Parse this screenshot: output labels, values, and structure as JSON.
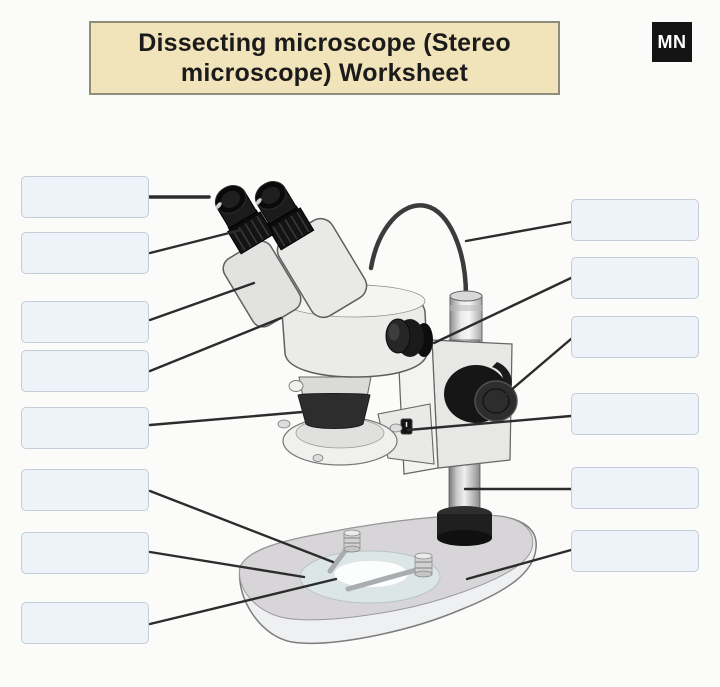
{
  "page": {
    "background": "#fbfbf9"
  },
  "header": {
    "title_line1": "Dissecting microscope (Stereo",
    "title_line2": "microscope) Worksheet",
    "banner_bg": "#f1e3ba",
    "banner_border_color": "#8f8c7c",
    "logo_text": "MN",
    "logo_bg": "#141414",
    "logo_text_color": "#ffffff"
  },
  "diagram": {
    "type": "labeled-diagram",
    "subject": "stereo dissecting microscope illustration with blank label boxes",
    "answer_box_fill": "#eef2f9",
    "answer_box_border": "#c5cdd9",
    "leader_line_color": "#2c2c2c",
    "left_answer_boxes": [
      {
        "value": ""
      },
      {
        "value": ""
      },
      {
        "value": ""
      },
      {
        "value": ""
      },
      {
        "value": ""
      },
      {
        "value": ""
      },
      {
        "value": ""
      },
      {
        "value": ""
      }
    ],
    "right_answer_boxes": [
      {
        "value": ""
      },
      {
        "value": ""
      },
      {
        "value": ""
      },
      {
        "value": ""
      },
      {
        "value": ""
      },
      {
        "value": ""
      }
    ]
  }
}
